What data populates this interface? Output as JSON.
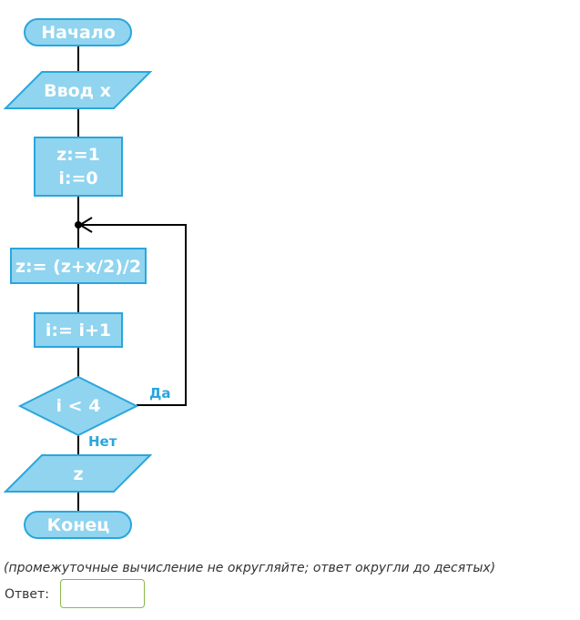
{
  "flowchart": {
    "start": "Начало",
    "input": "Ввод x",
    "init_line1": "z:=1",
    "init_line2": "i:=0",
    "step1": "z:= (z+x/2)/2",
    "step2": "i:= i+1",
    "condition": "i < 4",
    "yes_label": "Да",
    "no_label": "Нет",
    "output": "z",
    "end": "Конец"
  },
  "colors": {
    "shape_fill": "#90d4ef",
    "shape_stroke": "#2aa6dc",
    "line": "#000000",
    "label": "#2aa6dc"
  },
  "note": "(промежуточные вычисление не округляйте; ответ округли до десятых)",
  "answer": {
    "label": "Ответ:",
    "value": ""
  }
}
